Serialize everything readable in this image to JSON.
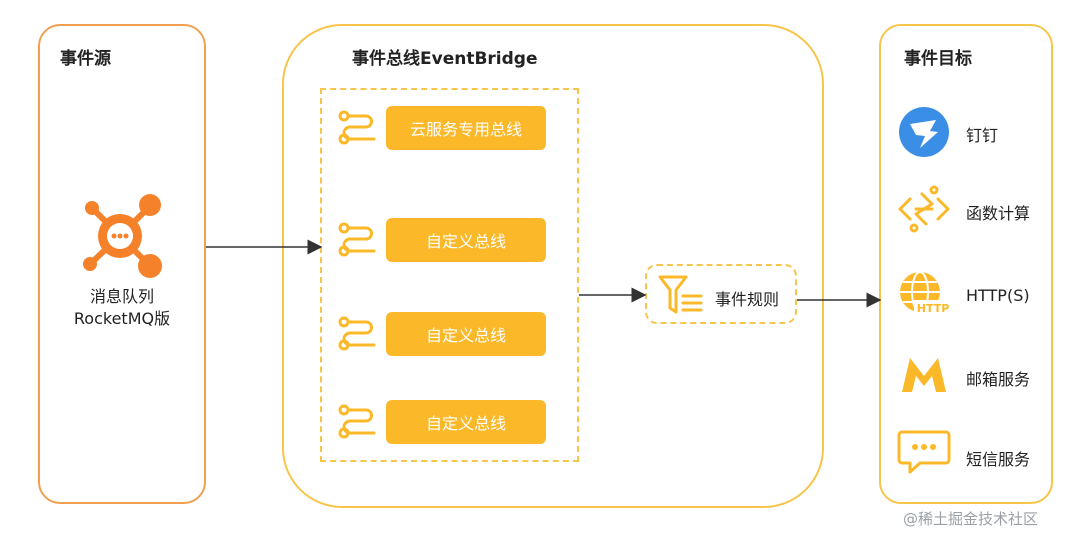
{
  "source": {
    "title": "事件源",
    "mq_line1": "消息队列",
    "mq_line2": "RocketMQ版"
  },
  "bus": {
    "title": "事件总线EventBridge",
    "items": [
      {
        "label": "云服务专用总线"
      },
      {
        "label": "自定义总线"
      },
      {
        "label": "自定义总线"
      },
      {
        "label": "自定义总线"
      }
    ]
  },
  "rule": {
    "label": "事件规则"
  },
  "targets": {
    "title": "事件目标",
    "items": [
      {
        "label": "钉钉",
        "icon": "dingtalk-icon"
      },
      {
        "label": "函数计算",
        "icon": "function-compute-icon"
      },
      {
        "label": "HTTP(S)",
        "icon": "http-globe-icon",
        "badge": "HTTP"
      },
      {
        "label": "邮箱服务",
        "icon": "mail-service-icon"
      },
      {
        "label": "短信服务",
        "icon": "sms-chat-icon"
      }
    ]
  },
  "watermark": "@稀土掘金技术社区",
  "colors": {
    "orange": "#f0a050",
    "amber": "#fbb829",
    "mq_orange": "#f5822b",
    "ding_blue": "#3a8ee6"
  }
}
